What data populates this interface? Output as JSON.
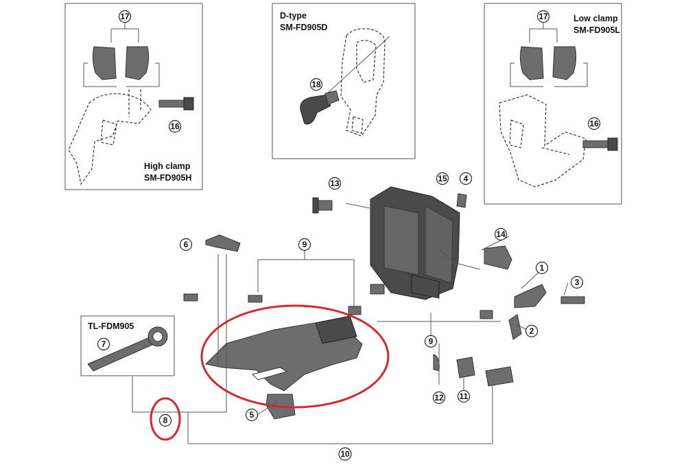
{
  "inset_labels": {
    "high_clamp_line1": "High clamp",
    "high_clamp_line2": "SM-FD905H",
    "d_type_line1": "D-type",
    "d_type_line2": "SM-FD905D",
    "low_clamp_line1": "Low clamp",
    "low_clamp_line2": "SM-FD905L",
    "tool_label": "TL-FDM905"
  },
  "callouts": {
    "n1": "1",
    "n2": "2",
    "n3": "3",
    "n4": "4",
    "n5": "5",
    "n6": "6",
    "n7": "7",
    "n8": "8",
    "n9a": "9",
    "n9b": "9",
    "n10": "10",
    "n11": "11",
    "n12": "12",
    "n13": "13",
    "n14": "14",
    "n15": "15",
    "n16a": "16",
    "n16b": "16",
    "n17a": "17",
    "n17b": "17",
    "n18": "18"
  },
  "colors": {
    "highlight": "#d9262b",
    "part_fill": "#6d6d6d",
    "frame": "#6e6e6e"
  }
}
